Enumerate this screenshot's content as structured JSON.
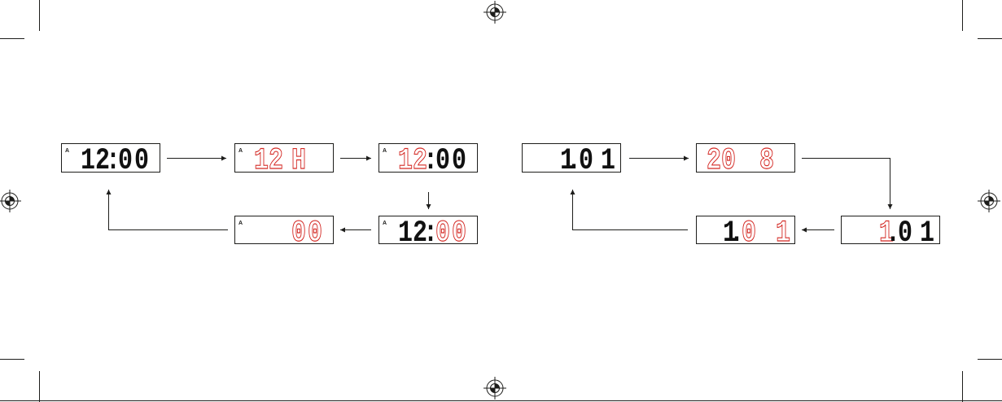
{
  "colors": {
    "highlighted": "#d42a25",
    "steady": "#111111",
    "line": "#1d1d1b"
  },
  "time_setting_flow": {
    "displays": [
      {
        "indicator": "A",
        "parts": [
          {
            "text": "12:00",
            "highlighted": false
          }
        ]
      },
      {
        "indicator": "A",
        "parts": [
          {
            "text": "12",
            "highlighted": true
          },
          {
            "text": "H",
            "highlighted": true
          }
        ]
      },
      {
        "indicator": "A",
        "parts": [
          {
            "text": "12",
            "highlighted": true
          },
          {
            "text": ":00",
            "highlighted": false
          }
        ]
      },
      {
        "indicator": "A",
        "parts": [
          {
            "text": "12:",
            "highlighted": false
          },
          {
            "text": "00",
            "highlighted": true
          }
        ]
      },
      {
        "indicator": "A",
        "parts": [
          {
            "text": "00",
            "highlighted": true
          }
        ]
      }
    ]
  },
  "date_setting_flow": {
    "displays": [
      {
        "parts": [
          {
            "text": "1.01",
            "highlighted": false
          }
        ]
      },
      {
        "parts": [
          {
            "text": "20",
            "highlighted": true
          },
          {
            "text": "8",
            "highlighted": true
          }
        ]
      },
      {
        "parts": [
          {
            "text": "1",
            "highlighted": true
          },
          {
            "text": ".01",
            "highlighted": false
          }
        ]
      },
      {
        "parts": [
          {
            "text": "1.",
            "highlighted": false
          },
          {
            "text": "01",
            "highlighted": true
          }
        ]
      }
    ]
  }
}
